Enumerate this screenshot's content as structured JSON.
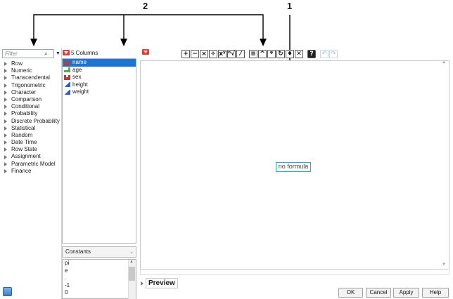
{
  "callouts": {
    "label_2": "2",
    "label_1": "1"
  },
  "function_panel": {
    "filter_placeholder": "Filter",
    "categories": [
      "Row",
      "Numeric",
      "Transcendental",
      "Trigonometric",
      "Character",
      "Comparison",
      "Conditional",
      "Probability",
      "Discrete Probability",
      "Statistical",
      "Random",
      "Date Time",
      "Row State",
      "Assignment",
      "Parametric Model",
      "Finance"
    ]
  },
  "columns_panel": {
    "title": "5 Columns",
    "columns": [
      {
        "name": "name",
        "type": "nominal",
        "selected": true
      },
      {
        "name": "age",
        "type": "ordinal",
        "selected": false
      },
      {
        "name": "sex",
        "type": "nominal",
        "selected": false
      },
      {
        "name": "height",
        "type": "continuous",
        "selected": false
      },
      {
        "name": "weight",
        "type": "continuous",
        "selected": false
      }
    ]
  },
  "constants_panel": {
    "selected": "Constants",
    "items": [
      "pi",
      "e",
      ".",
      "-1",
      "0"
    ]
  },
  "toolbar": {
    "buttons": [
      {
        "icon": "add-icon",
        "glyph": "+"
      },
      {
        "icon": "subtract-icon",
        "glyph": "−"
      },
      {
        "icon": "multiply-icon",
        "glyph": "×"
      },
      {
        "icon": "divide-icon",
        "glyph": "÷"
      },
      {
        "icon": "power-icon",
        "glyph": "xʸ"
      },
      {
        "icon": "root-icon",
        "glyph": "ⁿ√"
      },
      {
        "icon": "fraction-icon",
        "glyph": "⁄"
      },
      {
        "icon": "insert-term-icon",
        "glyph": "≡"
      },
      {
        "icon": "peel-expression-icon",
        "glyph": "^"
      },
      {
        "icon": "unary-function-icon",
        "glyph": "ᵠ"
      },
      {
        "icon": "local-variable-icon",
        "glyph": "↻"
      },
      {
        "icon": "evaluate-icon",
        "glyph": "♦"
      },
      {
        "icon": "clear-icon",
        "glyph": "✕"
      },
      {
        "icon": "help-icon",
        "glyph": "?"
      },
      {
        "icon": "undo-icon",
        "glyph": "↶"
      },
      {
        "icon": "redo-icon",
        "glyph": "↷"
      }
    ]
  },
  "editor": {
    "formula_text": "no formula"
  },
  "preview": {
    "label": "Preview"
  },
  "dialog_buttons": {
    "ok": "OK",
    "cancel": "Cancel",
    "apply": "Apply",
    "help": "Help"
  },
  "colors": {
    "selection": "#1e74d3",
    "formula_border": "#36a3d1",
    "menu_icon": "#e23b3b"
  }
}
